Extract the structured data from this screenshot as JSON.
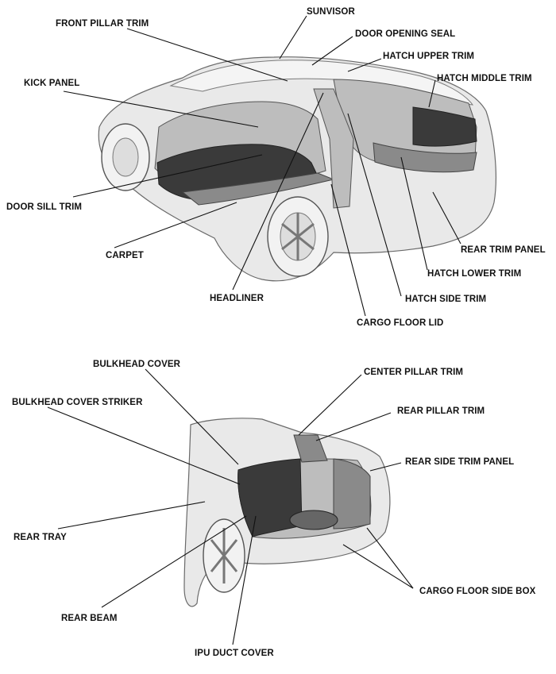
{
  "top_diagram": {
    "labels": {
      "sunvisor": "SUNVISOR",
      "front_pillar_trim": "FRONT PILLAR TRIM",
      "door_opening_seal": "DOOR OPENING SEAL",
      "hatch_upper_trim": "HATCH UPPER TRIM",
      "kick_panel": "KICK PANEL",
      "hatch_middle_trim": "HATCH MIDDLE TRIM",
      "door_sill_trim": "DOOR SILL TRIM",
      "carpet": "CARPET",
      "rear_trim_panel": "REAR TRIM PANEL",
      "hatch_lower_trim": "HATCH LOWER TRIM",
      "headliner": "HEADLINER",
      "hatch_side_trim": "HATCH SIDE TRIM",
      "cargo_floor_lid": "CARGO FLOOR LID"
    }
  },
  "bottom_diagram": {
    "labels": {
      "bulkhead_cover": "BULKHEAD COVER",
      "center_pillar_trim": "CENTER PILLAR TRIM",
      "bulkhead_cover_striker": "BULKHEAD COVER STRIKER",
      "rear_pillar_trim": "REAR PILLAR TRIM",
      "rear_side_trim_panel": "REAR SIDE TRIM PANEL",
      "rear_tray": "REAR TRAY",
      "cargo_floor_side_box": "CARGO FLOOR SIDE BOX",
      "rear_beam": "REAR BEAM",
      "ipu_duct_cover": "IPU DUCT COVER"
    }
  }
}
